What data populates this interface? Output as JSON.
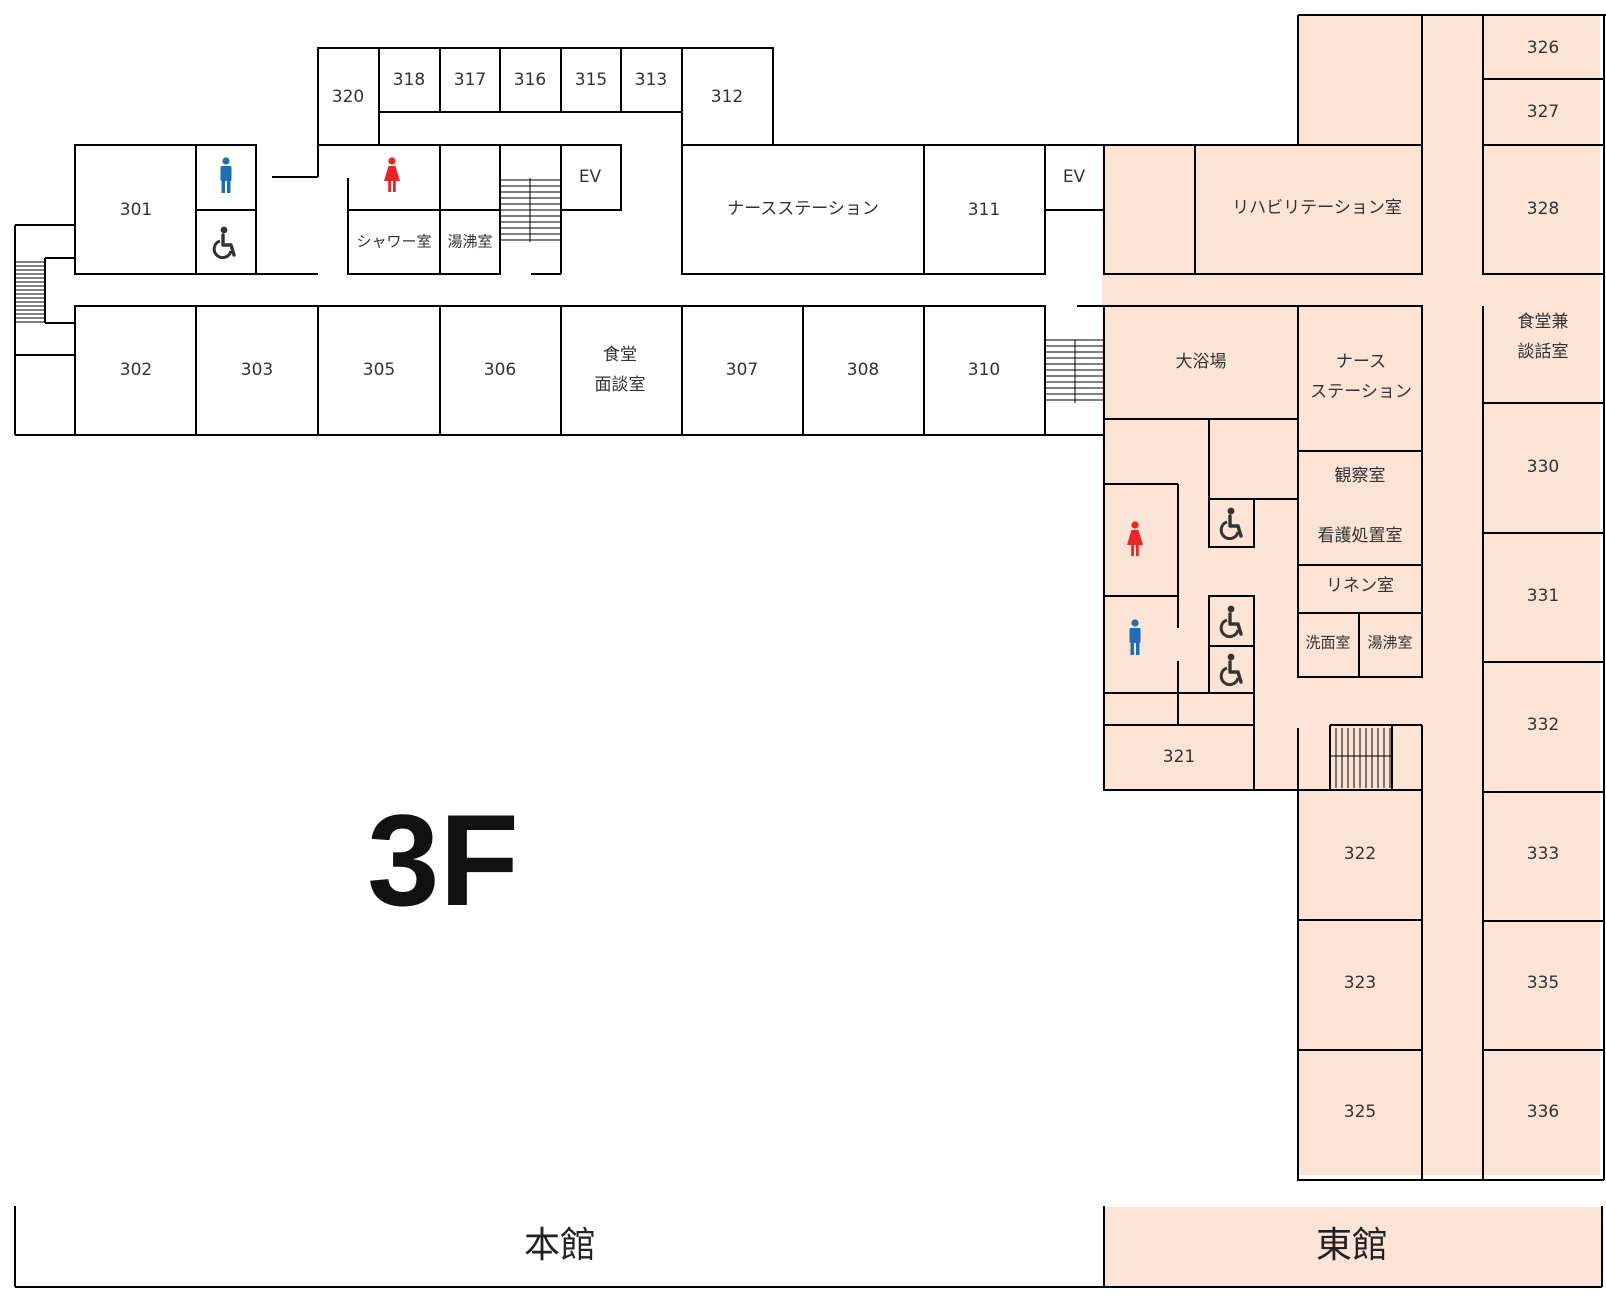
{
  "floor": "3F",
  "buildings": {
    "main": "本館",
    "east": "東館"
  },
  "colors": {
    "east_wing_fill": "#fbe3d6",
    "line": "#000000",
    "female_icon": "#e8262a",
    "male_icon": "#1e6eb4",
    "accessible_icon": "#333333"
  },
  "rooms": {
    "r301": "301",
    "r302": "302",
    "r303": "303",
    "r305": "305",
    "r306": "306",
    "r307": "307",
    "r308": "308",
    "r310": "310",
    "r311": "311",
    "r312": "312",
    "r313": "313",
    "r315": "315",
    "r316": "316",
    "r317": "317",
    "r318": "318",
    "r320": "320",
    "r321": "321",
    "r322": "322",
    "r323": "323",
    "r325": "325",
    "r326": "326",
    "r327": "327",
    "r328": "328",
    "r330": "330",
    "r331": "331",
    "r332": "332",
    "r333": "333",
    "r335": "335",
    "r336": "336"
  },
  "facilities": {
    "ev_main": "EV",
    "ev_east": "EV",
    "shower": "シャワー室",
    "hot_water_main": "湯沸室",
    "nurse_station_main": "ナースステーション",
    "dining_line1": "食堂",
    "dining_line2": "面談室",
    "rehab": "リハビリテーション室",
    "bath": "大浴場",
    "nurse_line1": "ナース",
    "nurse_line2": "ステーション",
    "observation": "観察室",
    "nursing_treatment": "看護処置室",
    "linen": "リネン室",
    "washroom": "洗面室",
    "hot_water_east": "湯沸室",
    "dining_east_line1": "食堂兼",
    "dining_east_line2": "談話室"
  },
  "icons": [
    "male-toilet-icon",
    "female-toilet-icon",
    "accessible-toilet-icon",
    "stairs-icon"
  ]
}
